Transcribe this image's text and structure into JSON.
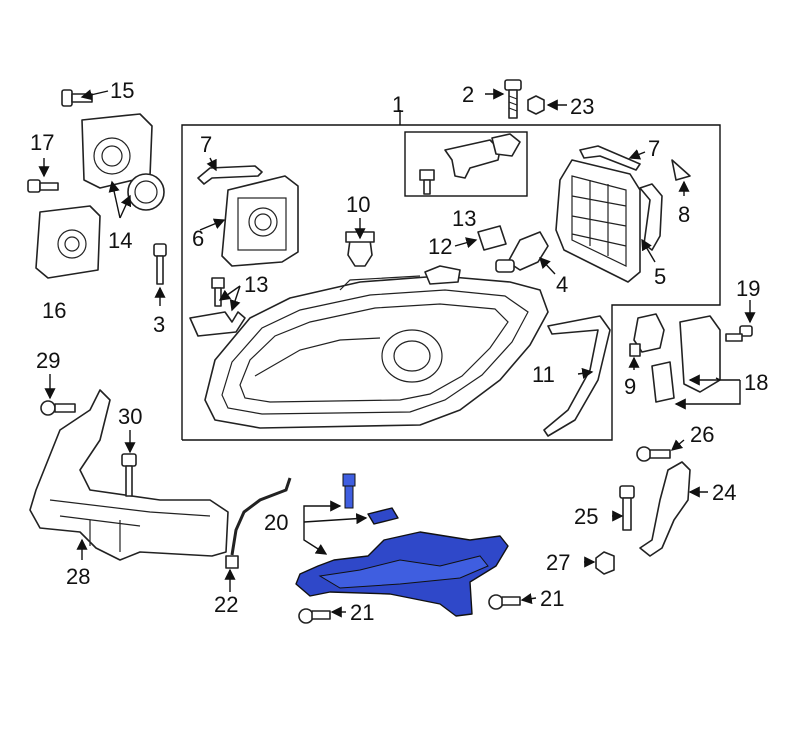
{
  "diagram": {
    "callouts": {
      "c1": "1",
      "c2": "2",
      "c3": "3",
      "c4": "4",
      "c5": "5",
      "c6": "6",
      "c7a": "7",
      "c7b": "7",
      "c8": "8",
      "c9": "9",
      "c10": "10",
      "c11": "11",
      "c12": "12",
      "c13a": "13",
      "c13b": "13",
      "c14": "14",
      "c15": "15",
      "c16": "16",
      "c17": "17",
      "c18": "18",
      "c19": "19",
      "c20": "20",
      "c21a": "21",
      "c21b": "21",
      "c22": "22",
      "c23": "23",
      "c24": "24",
      "c25": "25",
      "c26": "26",
      "c27": "27",
      "c28": "28",
      "c29": "29",
      "c30": "30"
    },
    "colors": {
      "highlight": "#2f48c9",
      "line": "#222222",
      "background": "#ffffff"
    }
  }
}
